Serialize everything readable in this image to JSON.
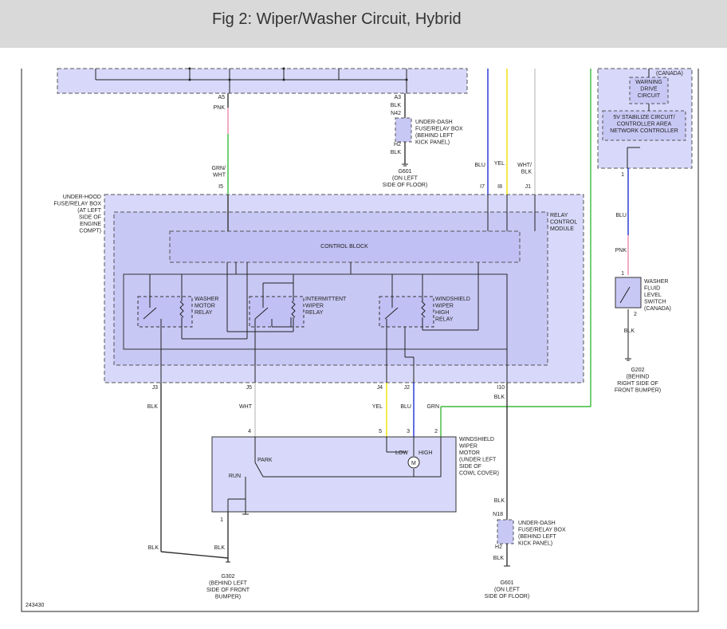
{
  "title": "Fig 2: Wiper/Washer Circuit, Hybrid",
  "figure_number": "243430",
  "colors": {
    "blk": "#333333",
    "pnk": "#f08aa8",
    "grn": "#3db83d",
    "wht": "#c8c8c8",
    "blu": "#1f2fd6",
    "yel": "#f0e000",
    "box": "#ccccf5",
    "box_dark": "#c0c0f0"
  },
  "top_connectors": {
    "a5": "A5",
    "pnk": "PNK",
    "a3": "A3",
    "blk1": "BLK",
    "n42": "N42",
    "under_dash_1": [
      "UNDER-DASH",
      "FUSE/RELAY BOX",
      "(BEHIND LEFT",
      "KICK PANEL)"
    ],
    "h2": "H2",
    "blk2": "BLK",
    "g601": [
      "G601",
      "(ON LEFT",
      "SIDE OF FLOOR)"
    ],
    "grn_wht": [
      "GRN/",
      "WHT"
    ],
    "i5": "I5",
    "blu": "BLU",
    "yel": "YEL",
    "wht_blk": [
      "WHT/",
      "BLK"
    ],
    "i7": "I7",
    "i8": "I8",
    "j1": "J1"
  },
  "under_hood": [
    "UNDER-HOOD",
    "FUSE/RELAY BOX",
    "(AT LEFT",
    "SIDE OF",
    "ENGINE",
    "COMPT)"
  ],
  "relay_module": [
    "RELAY",
    "CONTROL",
    "MODULE"
  ],
  "control_block": "CONTROL BLOCK",
  "relays": {
    "washer": [
      "WASHER",
      "MOTOR",
      "RELAY"
    ],
    "intermittent": [
      "INTERMITTENT",
      "WIPER",
      "RELAY"
    ],
    "windshield": [
      "WINDSHIELD",
      "WIPER",
      "HIGH",
      "RELAY"
    ]
  },
  "right_module": {
    "canada": "(CANADA)",
    "warning": [
      "WARNING",
      "DRIVE",
      "CIRCUIT"
    ],
    "stabilize": [
      "5V STABILIZE CIRCUIT/",
      "CONTROLLER AREA",
      "NETWORK CONTROLLER"
    ],
    "pin1": "1",
    "blu": "BLU",
    "pnk": "PNK",
    "pin1b": "1",
    "switch": [
      "WASHER",
      "FLUID",
      "LEVEL",
      "SWITCH",
      "(CANADA)"
    ],
    "pin2": "2",
    "blk": "BLK",
    "g202": [
      "G202",
      "(BEHIND",
      "RIGHT SIDE OF",
      "FRONT BUMPER)"
    ]
  },
  "mid_connectors": {
    "j3": "J3",
    "blk": "BLK",
    "j5": "J5",
    "wht": "WHT",
    "j4": "J4",
    "yel": "YEL",
    "j2": "J2",
    "blu": "BLU",
    "grn": "GRN",
    "i10": "I10",
    "blk2": "BLK"
  },
  "motor": {
    "pin4": "4",
    "pin5": "5",
    "pin3": "3",
    "pin2": "2",
    "label": [
      "WINDSHIELD",
      "WIPER",
      "MOTOR",
      "(UNDER LEFT",
      "SIDE OF",
      "COWL COVER)"
    ],
    "park": "PARK",
    "run": "RUN",
    "low": "LOW",
    "high": "HIGH",
    "m": "M",
    "pin1": "1"
  },
  "bottom": {
    "blk_l": "BLK",
    "blk_r": "BLK",
    "g302": [
      "G302",
      "(BEHIND LEFT",
      "SIDE OF FRONT",
      "BUMPER)"
    ],
    "blk_top": "BLK",
    "n18": "N18",
    "under_dash_2": [
      "UNDER-DASH",
      "FUSE/RELAY BOX",
      "(BEHIND LEFT",
      "KICK PANEL)"
    ],
    "h2": "H2",
    "blk": "BLK",
    "g601": [
      "G601",
      "(ON LEFT",
      "SIDE OF FLOOR)"
    ]
  }
}
